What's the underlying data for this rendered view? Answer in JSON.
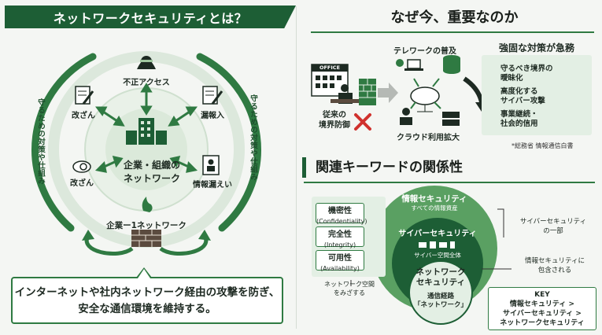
{
  "left": {
    "title": "ネットワークセキュリティとは？",
    "threats": {
      "top": "不正アクセス",
      "left_upper": "改ざん",
      "right_upper": "漏報入",
      "left_lower": "改ざん",
      "right_lower": "情報漏えい"
    },
    "center_label_1": "企業・組織の",
    "center_label_2": "ネットワーク",
    "vertical_left": "守るための対策や仕組み",
    "vertical_right": "守るための対策や仕組み",
    "firewall_label": "企業ー1ネットワーク",
    "bubble_line1": "インターネットや社内ネットワーク経由の攻撃を防ぎ、",
    "bubble_line2": "安全な通信環境を維持する。"
  },
  "right_top": {
    "title": "なぜ今、重要なのか",
    "office_sign": "OFFICE",
    "telework": "テレワークの普及",
    "legacy_1": "従来の",
    "legacy_2": "境界防御",
    "cloud": "クラウド利用拡大",
    "urgent_title": "強固な対策が急務",
    "reasons": [
      {
        "line1": "守るべき境界の",
        "line2": "曖昧化"
      },
      {
        "line1": "高度化する",
        "line2": "サイバー攻撃"
      },
      {
        "line1": "事業継続・",
        "line2": "社会的信用"
      }
    ],
    "source": "*総務省 情報通信白書"
  },
  "right_bottom": {
    "title": "関連キーワードの関係性",
    "cia": [
      {
        "label": "機密性",
        "en": "(Confidentiality)"
      },
      {
        "label": "完全性",
        "en": "(Integrity)"
      },
      {
        "label": "可用性",
        "en": "(Availability)"
      }
    ],
    "net_space_1": "ネットワーク空間",
    "net_space_2": "をみざする",
    "info_sec": "情報セキュリティ",
    "info_sec_sub": "すべての情報資産",
    "cyber_sec": "サイバーセキュリティ",
    "cyber_sec_sub": "サイバー空間全体",
    "net_sec_1": "ネットワーク",
    "net_sec_2": "セキュリティ",
    "net_sec_sub_1": "通信経路",
    "net_sec_sub_2": "「ネットワーク」",
    "note_cyber_1": "サイバーセキュリティ",
    "note_cyber_2": "の一部",
    "note_info_1": "情報セキュリティに",
    "note_info_2": "包含される",
    "key_title": "KEY",
    "key_line1": "情報セキュリティ >",
    "key_line2": "サイバーセキュリティ >",
    "key_line3": "ネットワークセキュリティ"
  },
  "colors": {
    "dark_green": "#1d5e35",
    "mid_green": "#2f7a42",
    "light_green": "#d9ead9",
    "alert_red": "#d0312d"
  }
}
